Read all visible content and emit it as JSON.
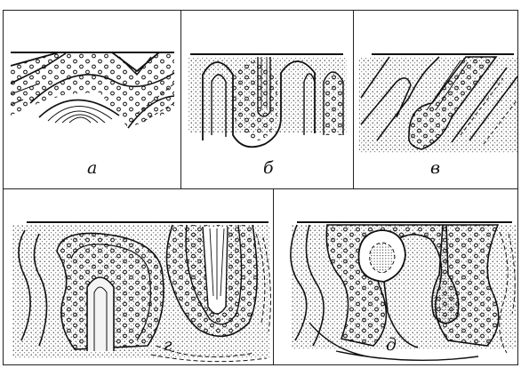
{
  "figure": {
    "panels": [
      {
        "id": "a",
        "label": "а"
      },
      {
        "id": "b",
        "label": "б"
      },
      {
        "id": "v",
        "label": "в"
      },
      {
        "id": "g",
        "label": "г"
      },
      {
        "id": "d",
        "label": "д"
      }
    ]
  },
  "colors": {
    "line": "#111111",
    "background": "#ffffff",
    "stipple": "#222222"
  }
}
